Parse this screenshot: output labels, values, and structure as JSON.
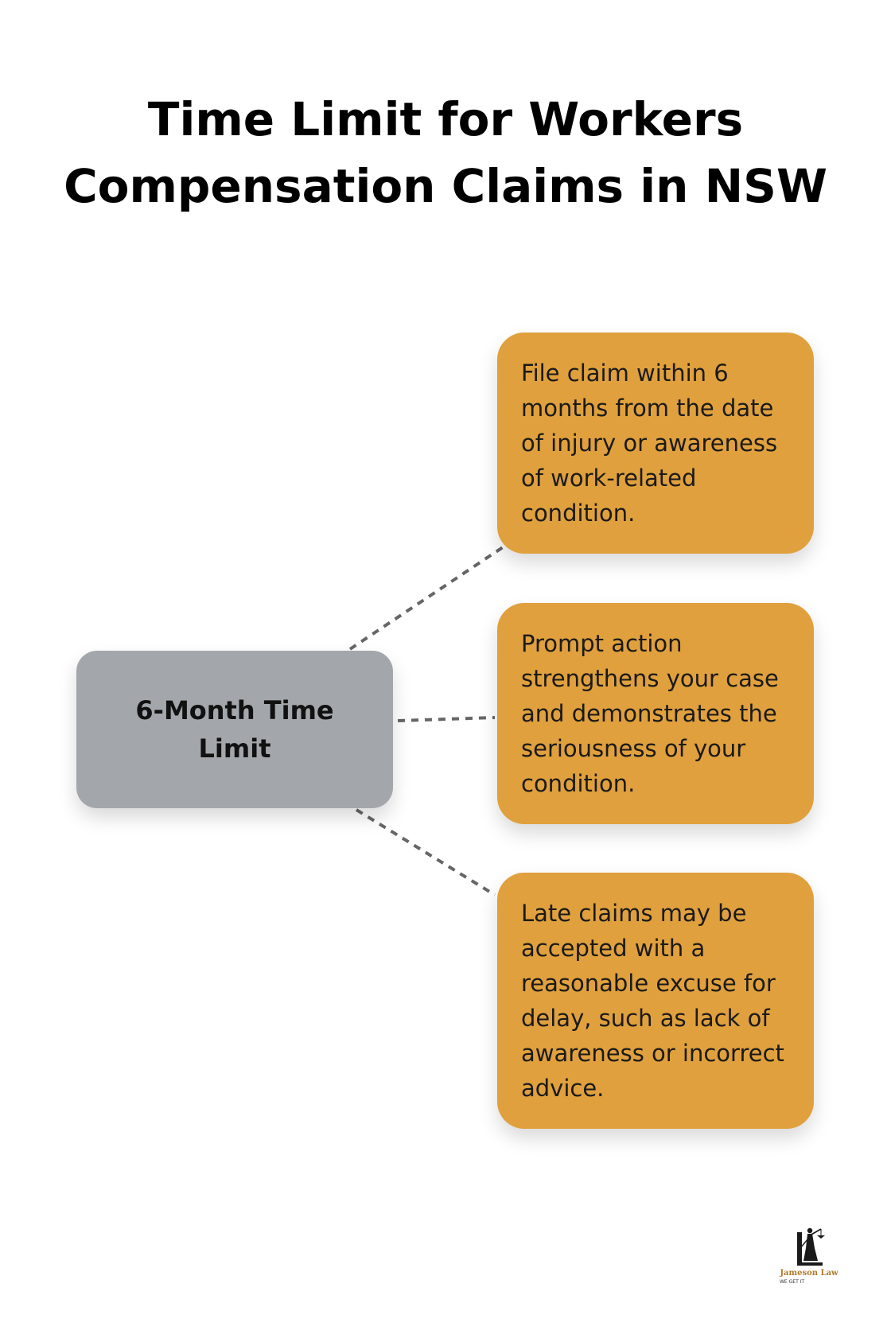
{
  "title": "Time Limit for Workers Compensation Claims in NSW",
  "center_node": {
    "label": "6-Month Time Limit"
  },
  "cards": [
    {
      "text": "File claim within 6 months from the date of injury or awareness of work-related condition."
    },
    {
      "text": "Prompt action strengthens your case and demonstrates the seriousness of your condition."
    },
    {
      "text": "Late claims may be accepted with a reasonable excuse for delay, such as lack of awareness or incorrect advice."
    }
  ],
  "logo": {
    "name": "Jameson Law",
    "tagline": "WE GET IT"
  },
  "colors": {
    "card_fill": "#e0a03d",
    "center_fill": "#a3a7ab",
    "connector": "#666666"
  }
}
